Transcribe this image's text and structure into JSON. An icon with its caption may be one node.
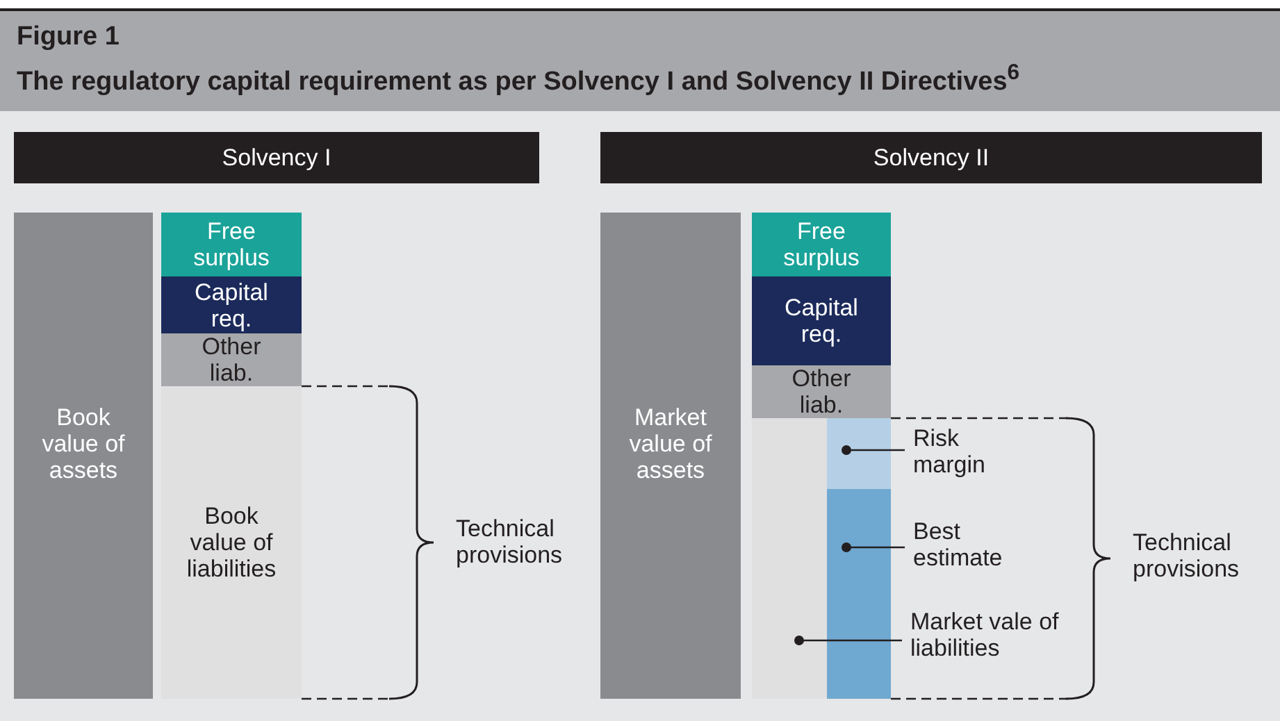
{
  "diagram": {
    "title": "The regulatory capital requirement as per Solvency I and Solvency II Directives$^{6}$",
    "nodes": [
      {
        "text": [
          "Solvency I"
        ]
      },
      {
        "text": [
          "Book value of assets"
        ]
      },
      {
        "text": [
          "Free surplus"
        ]
      },
      {
        "text": [
          "Capital req."
        ]
      },
      {
        "text": [
          "Other liab."
        ]
      },
      {
        "text": [
          "Book value of liabilities"
        ]
      },
      {
        "text": [
          "Solvency II"
        ]
      },
      {
        "text": [
          "Market value of assets"
        ]
      },
      {
        "text": [
          "Free surplus"
        ]
      },
      {
        "text": [
          "Capital req."
        ]
      },
      {
        "text": [
          "Other liab."
        ]
      },
      {
        "text": [],
        "shape": "bar"
      },
      {
        "text": [],
        "shape": "bar"
      },
      {
        "text": [],
        "shape": "bar"
      },
      {
        "text": [
          "Risk margin"
        ]
      },
      {
        "text": [
          "Best estimate"
        ]
      },
      {
        "text": [
          "Market vale of liabilities"
        ]
      }
    ],
    "edges": [
      {
        "from": 14,
        "to": 12,
        "arrow": "other"
      },
      {
        "from": 15,
        "to": 13,
        "arrow": "other"
      },
      {
        "from": 16,
        "to": 11,
        "arrow": "other"
      }
    ],
    "labels": [
      "Figure 1",
      "Technical provisions",
      "Technical provisions"
    ]
  }
}
